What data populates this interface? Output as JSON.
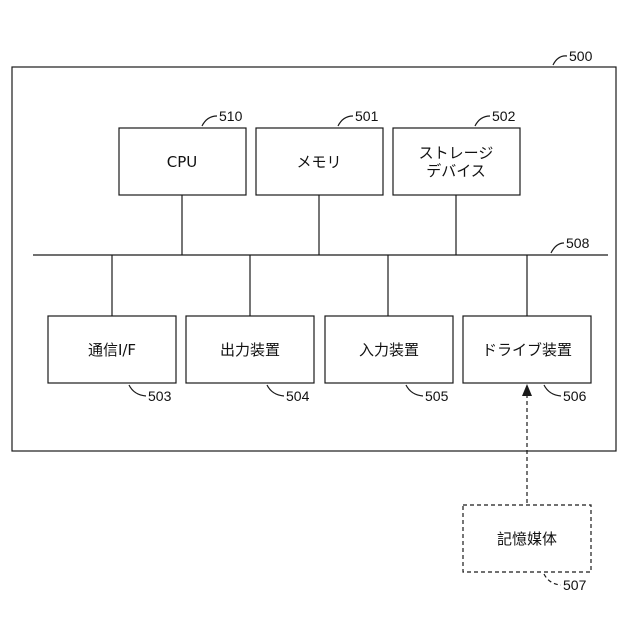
{
  "refs": {
    "computer": "500",
    "cpu": "510",
    "memory": "501",
    "storage": "502",
    "bus": "508",
    "comm_if": "503",
    "output": "504",
    "input": "505",
    "drive": "506",
    "medium": "507"
  },
  "labels": {
    "cpu": "CPU",
    "memory": "メモリ",
    "storage_line1": "ストレージ",
    "storage_line2": "デバイス",
    "comm_if": "通信I/F",
    "output": "出力装置",
    "input": "入力装置",
    "drive": "ドライブ装置",
    "medium": "記憶媒体"
  }
}
